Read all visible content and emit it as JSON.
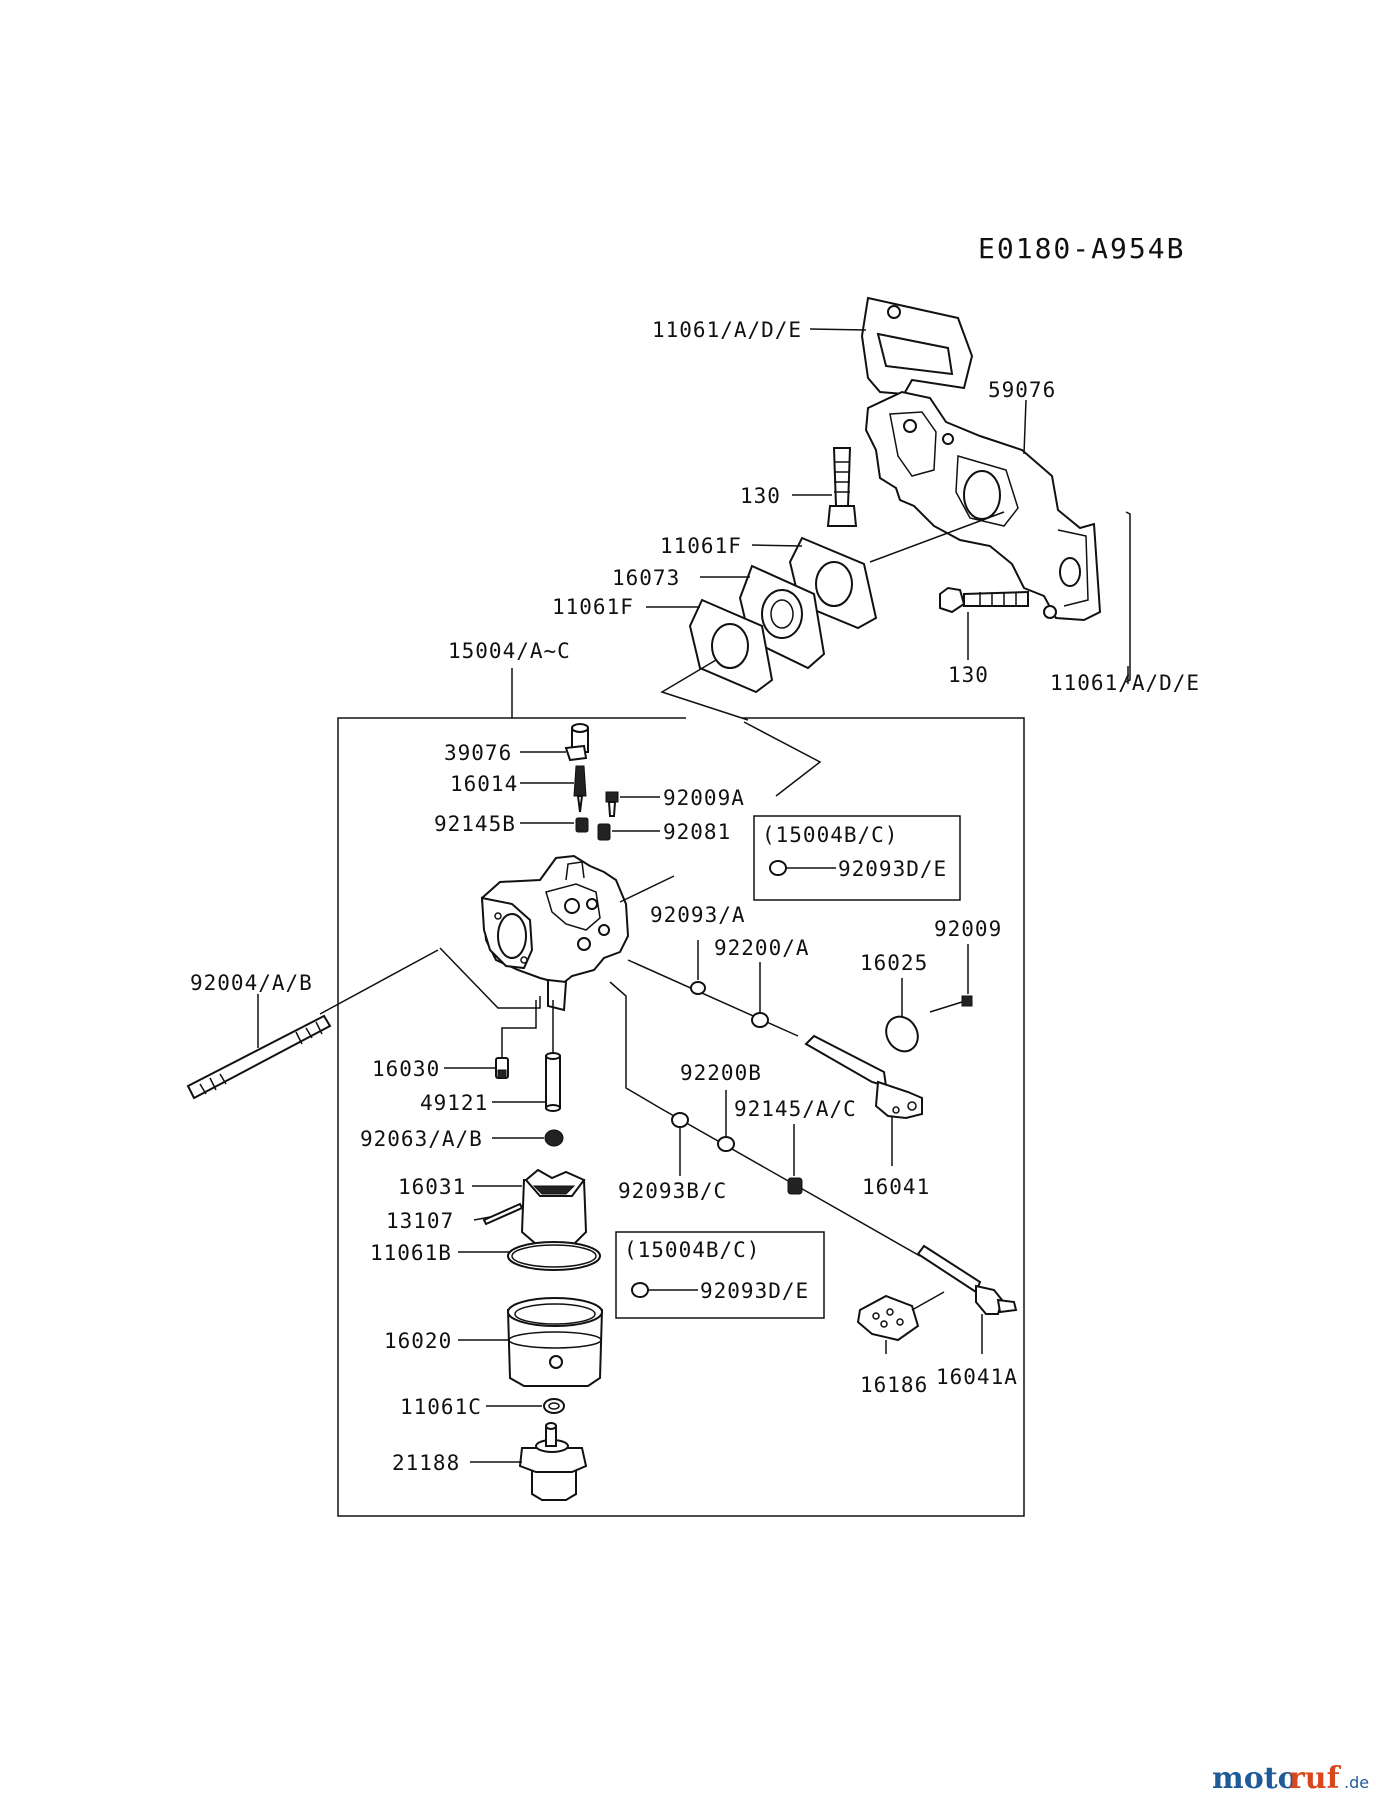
{
  "diagram": {
    "code": "E0180-A954B",
    "labels": {
      "p11061ade_top": "11061/A/D/E",
      "p59076": "59076",
      "p130_top": "130",
      "p11061f_a": "11061F",
      "p16073": "16073",
      "p11061f_b": "11061F",
      "p15004": "15004/A~C",
      "p130_right": "130",
      "p11061ade_right": "11061/A/D/E",
      "p39076": "39076",
      "p16014": "16014",
      "p92009a": "92009A",
      "p92145b": "92145B",
      "p92081": "92081",
      "p92093a": "92093/A",
      "p92200a": "92200/A",
      "p92009": "92009",
      "p16025": "16025",
      "p92004": "92004/A/B",
      "p16030": "16030",
      "p49121": "49121",
      "p92063": "92063/A/B",
      "p92200b": "92200B",
      "p92145ac": "92145/A/C",
      "p92093bc": "92093B/C",
      "p16041": "16041",
      "p16031": "16031",
      "p13107": "13107",
      "p11061b": "11061B",
      "p16020": "16020",
      "p11061c": "11061C",
      "p21188": "21188",
      "p16186": "16186",
      "p16041a": "16041A"
    },
    "inset_top": {
      "title": "(15004B/C)",
      "part": "92093D/E"
    },
    "inset_bottom": {
      "title": "(15004B/C)",
      "part": "92093D/E"
    }
  },
  "watermark": {
    "part1": "moto",
    "part2": "ruf",
    "part3": ".de"
  }
}
